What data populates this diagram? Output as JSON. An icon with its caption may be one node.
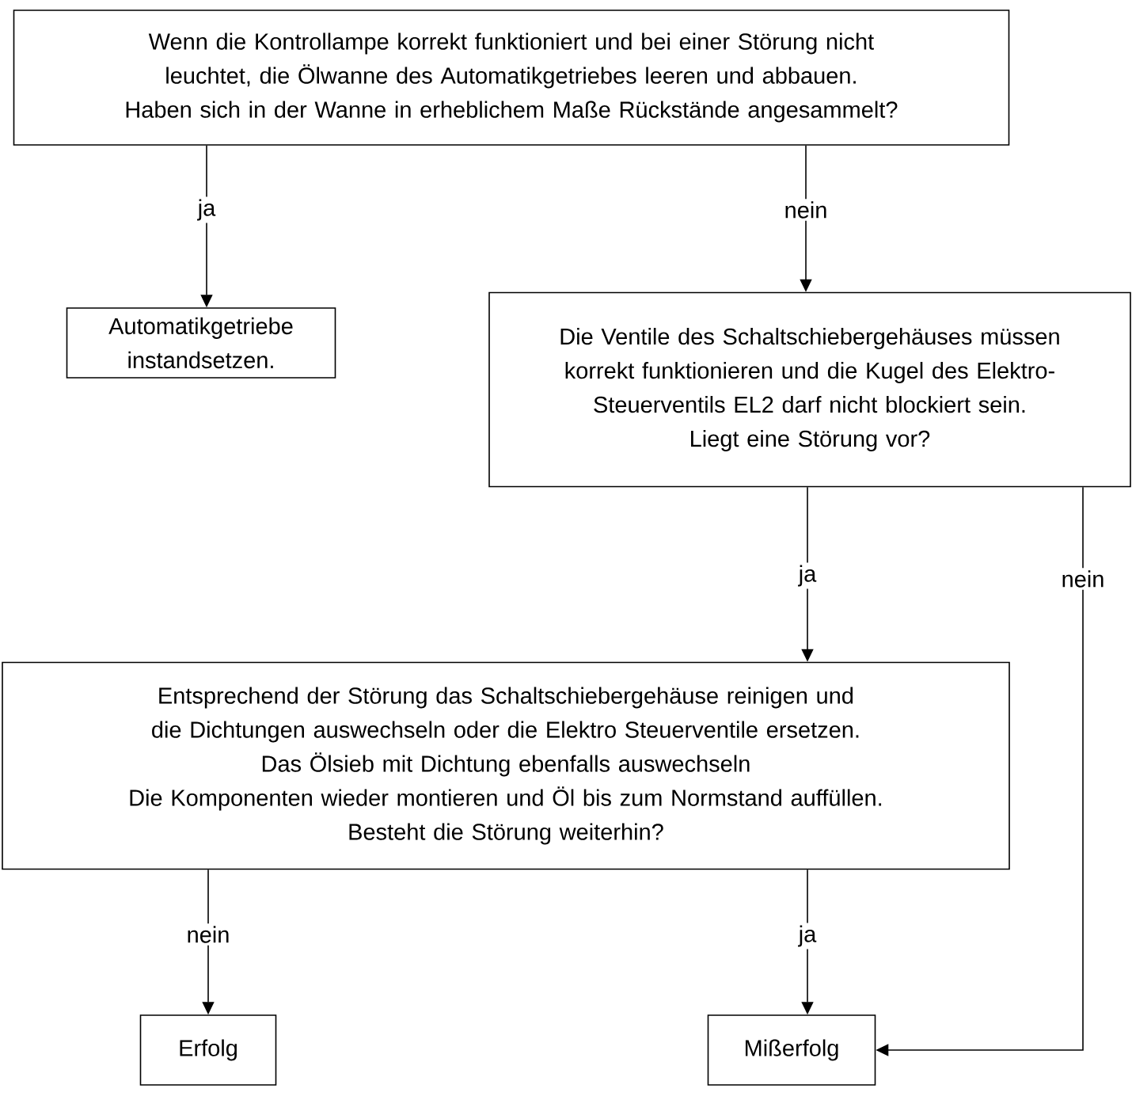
{
  "diagram": {
    "nodes": [
      {
        "text": [
          "Wenn die Kontrollampe korrekt funktioniert und bei einer Störung nicht leuchtet, die Ölwanne des Automatikgetriebes leeren und abbauen.",
          "Haben sich in der Wanne in erheblichem Maße Rückstände angesammelt?"
        ]
      },
      {
        "text": [
          "Automatikgetriebe instandsetzen."
        ]
      },
      {
        "text": [
          "Die Ventile des Schaltschiebergehäuses müssen korrekt funktionieren und die Kugel des Elektro-Steuerventils EL2 darf nicht blockiert sein.",
          "Liegt eine Störung vor?"
        ]
      },
      {
        "text": [
          "Entsprechend der Störung das Schaltschiebergehäuse reinigen und die Dichtungen auswechseln oder die Elektro Steuerventile ersetzen.",
          "Das Ölsieb mit Dichtung ebenfalls auswechseln",
          "Die Komponenten wieder montieren und Öl bis zum Normstand auffüllen.",
          "Besteht die Störung weiterhin?"
        ]
      },
      {
        "text": [
          "Erfolg"
        ]
      },
      {
        "text": [
          "Mißerfolg"
        ]
      }
    ],
    "edges": [
      {
        "from": 0,
        "to": 1,
        "arrow": "to",
        "label": "ja"
      },
      {
        "from": 0,
        "to": 2,
        "arrow": "to",
        "label": "nein"
      },
      {
        "from": 2,
        "to": 3,
        "arrow": "to",
        "label": "ja"
      },
      {
        "from": 2,
        "to": 5,
        "arrow": "to",
        "label": "nein"
      },
      {
        "from": 3,
        "to": 4,
        "arrow": "to",
        "label": "nein"
      },
      {
        "from": 3,
        "to": 5,
        "arrow": "to",
        "label": "ja"
      }
    ]
  }
}
